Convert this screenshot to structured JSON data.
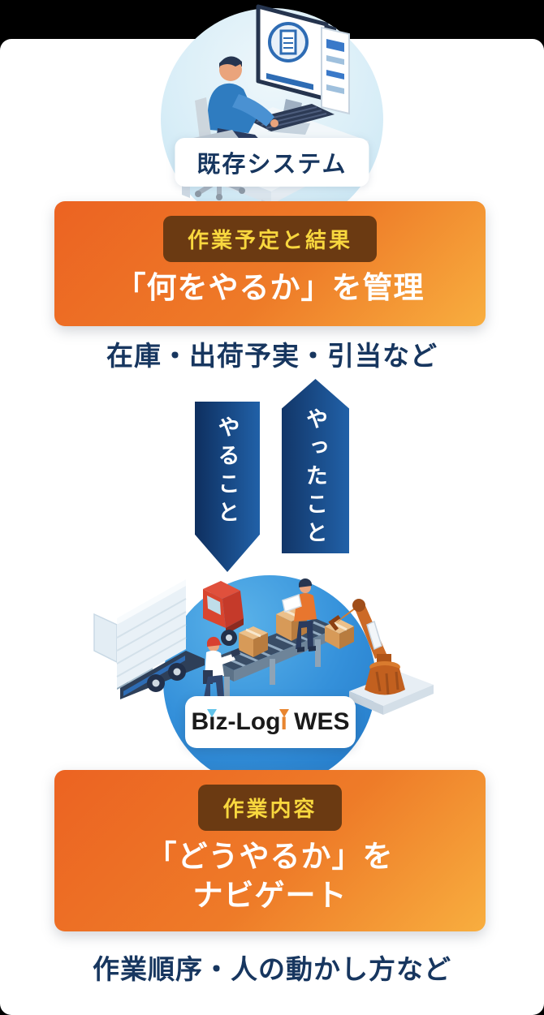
{
  "colors": {
    "outside_background": "#000000",
    "card_background": "#ffffff",
    "orange_gradient_start": "#ec6322",
    "orange_gradient_end": "#f8ae3f",
    "badge_brown": "#6b3a12",
    "badge_yellow_text": "#f8d73e",
    "navy_text": "#17365f",
    "arrow_navy_dark": "#0e2f5f",
    "arrow_navy_light": "#2161a8",
    "top_circle_blue": "#cde8f5",
    "wes_circle_blue": "#3490da",
    "logo_i_blue": "#62c3ea",
    "logo_i_orange": "#e8852f"
  },
  "top_section": {
    "system_label": "既存システム",
    "badge": "作業予定と結果",
    "heading": "「何をやるか」を管理",
    "caption": "在庫・出荷予実・引当など"
  },
  "arrows": {
    "down_label": "やること",
    "up_label": "やったこと"
  },
  "wes_section": {
    "logo_text": "Biz-Logi WES",
    "logo_parts": {
      "p1": "B",
      "i1": "ı",
      "p2": "z-Log",
      "i2": "ı",
      "p3": " WES"
    },
    "badge": "作業内容",
    "heading_line1": "「どうやるか」を",
    "heading_line2": "ナビゲート",
    "caption": "作業順序・人の動かし方など"
  }
}
